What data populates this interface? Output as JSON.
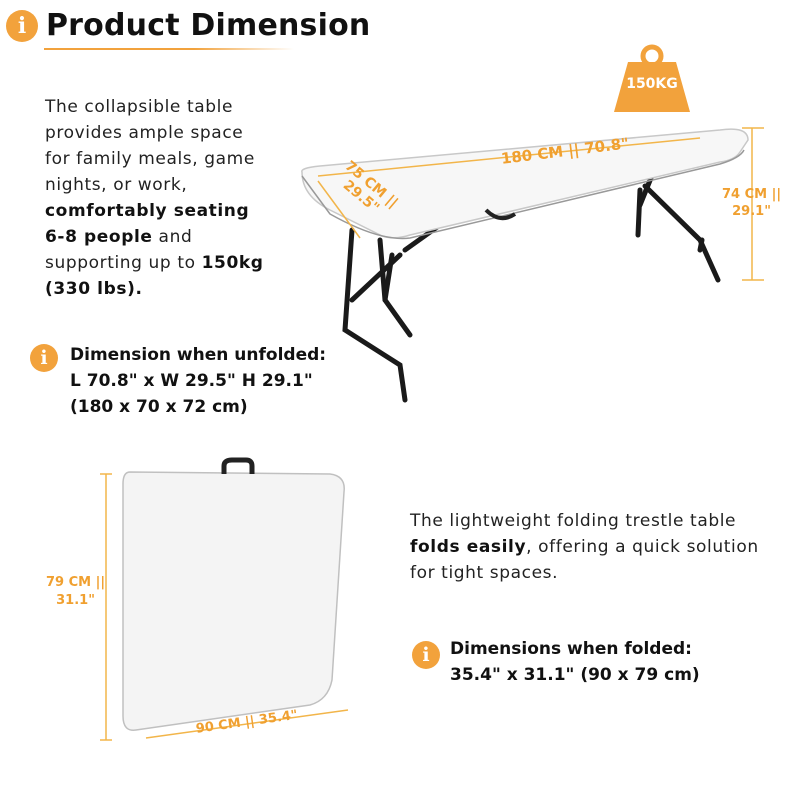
{
  "header": {
    "title": "Product Dimension",
    "icon_char": "i"
  },
  "intro": {
    "line1": "The collapsible table",
    "line2": "provides ample space",
    "line3": "for family meals, game",
    "line4": "nights, or work,",
    "line5_bold": "comfortably seating",
    "line6_bold": "6-8 people",
    "line6_rest": " and",
    "line7_pre": "supporting up to ",
    "line7_bold": "150kg",
    "line8_bold": "(330 lbs)."
  },
  "unfolded": {
    "label": "Dimension when unfolded:",
    "dims": "L 70.8\" x W 29.5\" H 29.1\"",
    "metric": "(180 x 70 x 72 cm)"
  },
  "table_labels": {
    "weight": "150KG",
    "length": "180 CM || 70.8\"",
    "width_line1": "75 CM ||",
    "width_line2": "29.5\"",
    "height_line1": "74 CM ||",
    "height_line2": "29.1\""
  },
  "folded_labels": {
    "height_line1": "79 CM ||",
    "height_line2": "31.1\"",
    "width": "90 CM || 35.4\""
  },
  "folded_text": {
    "line1": "The lightweight folding trestle table",
    "line2_bold": "folds easily",
    "line2_rest": ", offering a quick solution",
    "line3": "for tight spaces."
  },
  "folded": {
    "label": "Dimensions when folded:",
    "dims": "35.4\" x 31.1\"  (90 x 79 cm)"
  },
  "colors": {
    "accent": "#f2a23c",
    "text": "#111111"
  }
}
